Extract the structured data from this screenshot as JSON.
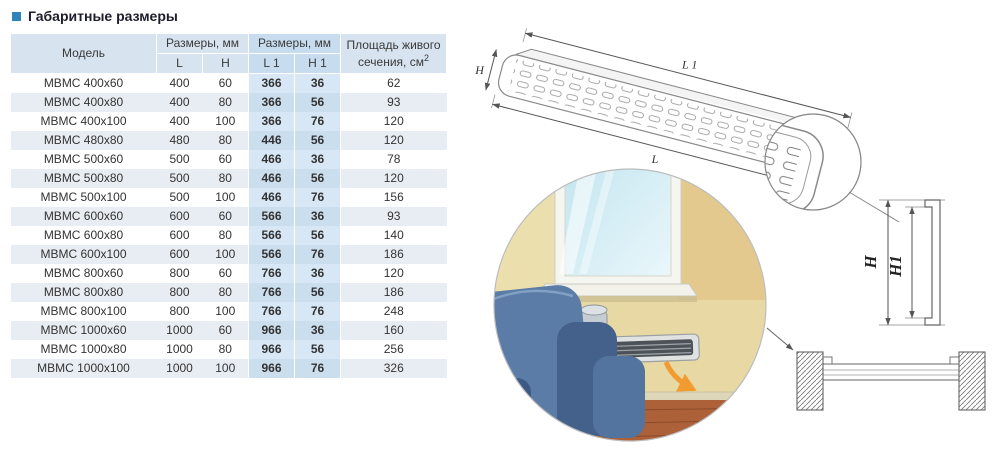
{
  "page": {
    "title": "Габаритные размеры"
  },
  "table": {
    "headers": {
      "model": "Модель",
      "dims_group_1": "Размеры, мм",
      "dims_group_2": "Размеры, мм",
      "col_l": "L",
      "col_h": "H",
      "col_l1": "L 1",
      "col_h1": "H 1",
      "area_line1": "Площадь живого",
      "area_line2": "сечения, см",
      "area_sup": "2"
    },
    "rows": [
      {
        "model": "МВМС 400х60",
        "l": "400",
        "h": "60",
        "l1": "366",
        "h1": "36",
        "area": "62"
      },
      {
        "model": "МВМС 400х80",
        "l": "400",
        "h": "80",
        "l1": "366",
        "h1": "56",
        "area": "93"
      },
      {
        "model": "МВМС 400х100",
        "l": "400",
        "h": "100",
        "l1": "366",
        "h1": "76",
        "area": "120"
      },
      {
        "model": "МВМС 480х80",
        "l": "480",
        "h": "80",
        "l1": "446",
        "h1": "56",
        "area": "120"
      },
      {
        "model": "МВМС 500х60",
        "l": "500",
        "h": "60",
        "l1": "466",
        "h1": "36",
        "area": "78"
      },
      {
        "model": "МВМС 500х80",
        "l": "500",
        "h": "80",
        "l1": "466",
        "h1": "56",
        "area": "120"
      },
      {
        "model": "МВМС 500х100",
        "l": "500",
        "h": "100",
        "l1": "466",
        "h1": "76",
        "area": "156"
      },
      {
        "model": "МВМС 600х60",
        "l": "600",
        "h": "60",
        "l1": "566",
        "h1": "36",
        "area": "93"
      },
      {
        "model": "МВМС 600х80",
        "l": "600",
        "h": "80",
        "l1": "566",
        "h1": "56",
        "area": "140"
      },
      {
        "model": "МВМС 600х100",
        "l": "600",
        "h": "100",
        "l1": "566",
        "h1": "76",
        "area": "186"
      },
      {
        "model": "МВМС 800х60",
        "l": "800",
        "h": "60",
        "l1": "766",
        "h1": "36",
        "area": "120"
      },
      {
        "model": "МВМС 800х80",
        "l": "800",
        "h": "80",
        "l1": "766",
        "h1": "56",
        "area": "186"
      },
      {
        "model": "МВМС 800х100",
        "l": "800",
        "h": "100",
        "l1": "766",
        "h1": "76",
        "area": "248"
      },
      {
        "model": "МВМС 1000х60",
        "l": "1000",
        "h": "60",
        "l1": "966",
        "h1": "36",
        "area": "160"
      },
      {
        "model": "МВМС 1000х80",
        "l": "1000",
        "h": "80",
        "l1": "966",
        "h1": "56",
        "area": "256"
      },
      {
        "model": "МВМС 1000х100",
        "l": "1000",
        "h": "100",
        "l1": "966",
        "h1": "76",
        "area": "326"
      }
    ]
  },
  "diagram": {
    "labels": {
      "length": "L",
      "length_inner": "L 1",
      "height_end": "H",
      "height": "H",
      "height_inner": "H1"
    },
    "colors": {
      "accent_orange": "#f29b30",
      "line": "#666666"
    }
  }
}
